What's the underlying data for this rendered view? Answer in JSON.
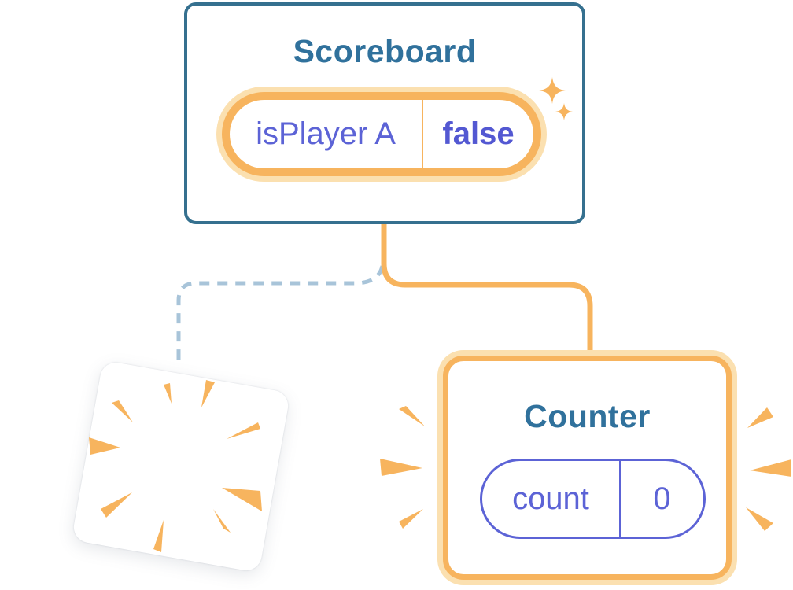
{
  "diagram": {
    "description": "React component state diagram: Scoreboard keeps state while one child is removed (burst) and a new Counter with fresh state appears"
  },
  "scoreboard": {
    "title": "Scoreboard",
    "state": {
      "name": "isPlayer A",
      "value": "false"
    }
  },
  "counter": {
    "title": "Counter",
    "state": {
      "name": "count",
      "value": "0"
    }
  },
  "connectors": {
    "solid_branch": "scoreboard-to-counter",
    "dashed_branch": "scoreboard-to-removed-component"
  },
  "icons": {
    "sparkles": "sparkle-stars-icon",
    "burst": "burst-rays-icon",
    "emphasis": "emphasis-marks-icon"
  },
  "colors": {
    "card_border_blue": "#35708F",
    "title_blue": "#30719C",
    "accent_orange": "#F7B45E",
    "glow_orange": "#FBE0B0",
    "state_purple": "#5C63D6",
    "state_purple_bold": "#5358D2",
    "dashed_blue": "#A8C4D9",
    "background": "#FFFFFF"
  }
}
